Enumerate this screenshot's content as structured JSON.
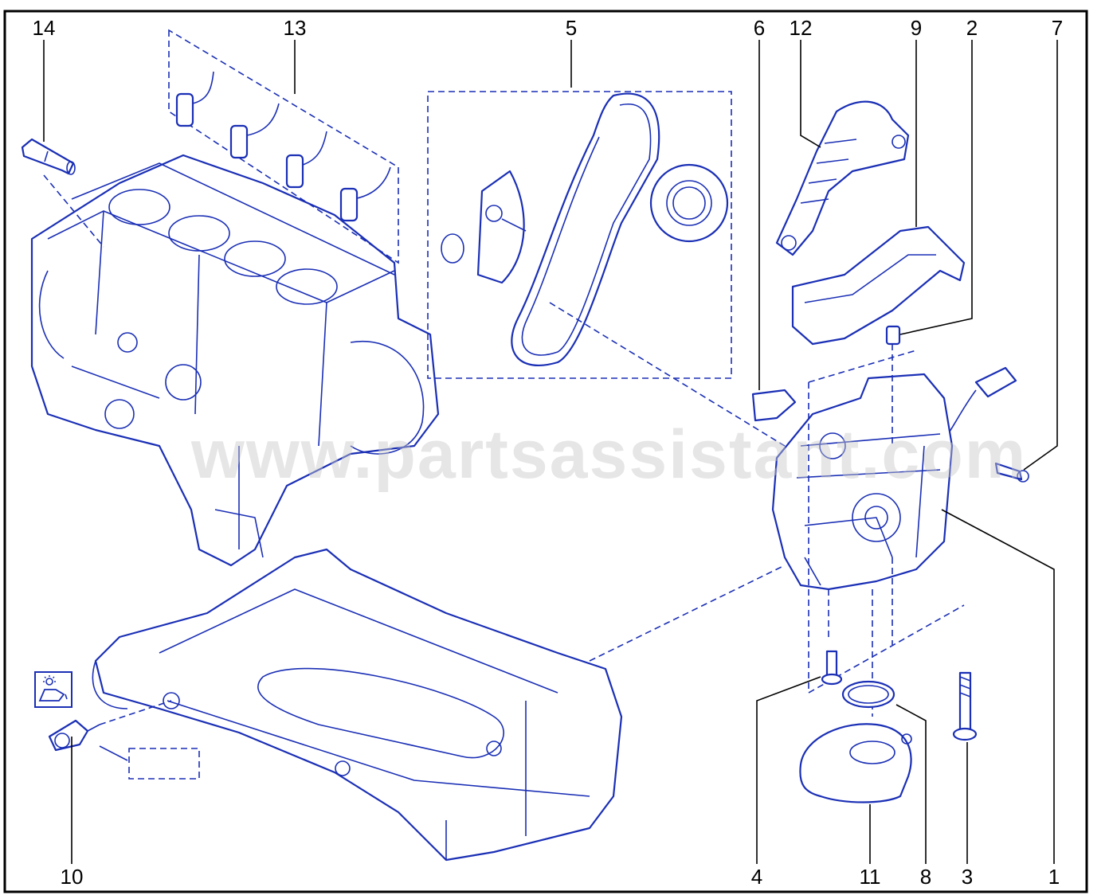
{
  "watermark": "www.partsassistant.com",
  "colors": {
    "line": "#1a2fb5",
    "callout": "#000000",
    "frame": "#000000",
    "background": "#ffffff"
  },
  "icons": {
    "oil_pressure_symbol": "oil-pressure-warning-icon"
  },
  "callouts": {
    "c1": "1",
    "c2": "2",
    "c3": "3",
    "c4": "4",
    "c5": "5",
    "c6": "6",
    "c7": "7",
    "c8": "8",
    "c9": "9",
    "c10": "10",
    "c11": "11",
    "c12": "12",
    "c13": "13",
    "c14": "14"
  }
}
